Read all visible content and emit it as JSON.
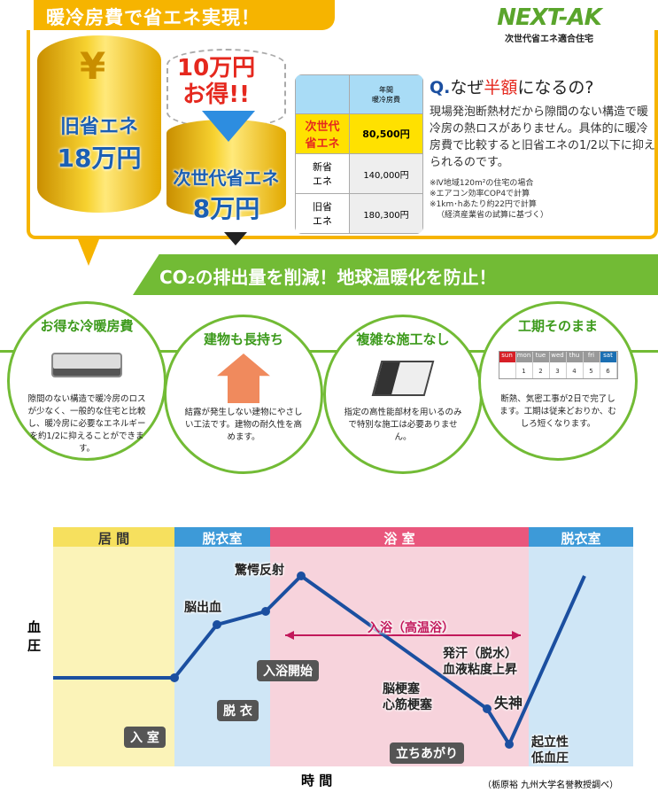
{
  "banner": "暖冷房費で省エネ実現！",
  "logo": {
    "name": "NEXT-AK",
    "subtitle": "次世代省エネ適合住宅"
  },
  "coins": {
    "old_label": "旧省エネ",
    "old_value": "18万円",
    "new_label": "次世代省エネ",
    "new_value": "8万円",
    "saving_line1": "10万円",
    "saving_line2": "お得!!",
    "yen_symbol": "¥"
  },
  "table": {
    "header": "年間\n暖冷房費",
    "rows": [
      {
        "label": "次世代\n省エネ",
        "value": "80,500円"
      },
      {
        "label": "新省\nエネ",
        "value": "140,000円"
      },
      {
        "label": "旧省\nエネ",
        "value": "180,300円"
      }
    ]
  },
  "qa": {
    "q": "Q.",
    "title_a": "なぜ",
    "title_hl": "半額",
    "title_b": "になるの?",
    "body": "現場発泡断熱材だから隙間のない構造で暖冷房の熱ロスがありません。具体的に暖冷房費で比較すると旧省エネの1/2以下に抑えられるのです。",
    "notes": [
      "※Ⅳ地域120m²の住宅の場合",
      "※エアコン効率COP4で計算",
      "※1km･hあたり約22円で計算",
      "（経済産業省の試算に基づく）"
    ]
  },
  "green_banner": "CO₂の排出量を削減！地球温暖化を防止！",
  "features": [
    {
      "title": "お得な冷暖房費",
      "text": "隙間のない構造で暖冷房のロスが少なく、一般的な住宅と比較し、暖冷房に必要なエネルギーを約1/2に抑えることができます。"
    },
    {
      "title": "建物も長持ち",
      "text": "結露が発生しない建物にやさしい工法です。建物の耐久性を高めます。"
    },
    {
      "title": "複雑な施工なし",
      "text": "指定の高性能部材を用いるのみで特別な施工は必要ありません。"
    },
    {
      "title": "工期そのまま",
      "text": "断熱、気密工事が2日で完了します。工期は従来どおりか、むしろ短くなります。"
    }
  ],
  "calendar": {
    "days": [
      "sun",
      "mon",
      "tue",
      "wed",
      "thu",
      "fri",
      "sat"
    ],
    "dates": [
      "",
      "1",
      "2",
      "3",
      "4",
      "5",
      "6"
    ]
  },
  "diagram": {
    "zones": [
      "居 間",
      "脱衣室",
      "浴 室",
      "脱衣室"
    ],
    "ylabel": "血 圧",
    "xlabel": "時 間",
    "source": "（栃原裕 九州大学名誉教授調べ）",
    "labels": {
      "shock": "驚愕反射",
      "hemorrhage": "脳出血",
      "bath_start": "入浴開始",
      "undress": "脱 衣",
      "enter": "入 室",
      "bath": "入浴（高温浴）",
      "sweat1": "発汗（脱水）",
      "sweat2": "血液粘度上昇",
      "infarct1": "脳梗塞",
      "infarct2": "心筋梗塞",
      "faint": "失神",
      "standup": "立ちあがり",
      "hypo1": "起立性",
      "hypo2": "低血圧"
    },
    "colors": {
      "living": "#f6e05e",
      "dressing": "#3d9ad8",
      "bath": "#e9577d",
      "line": "#1b4fa0"
    }
  }
}
